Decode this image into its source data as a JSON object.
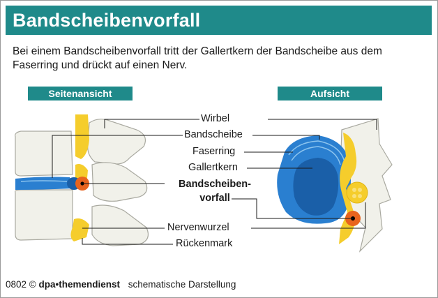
{
  "header": {
    "title": "Bandscheibenvorfall"
  },
  "intro": {
    "text": "Bei einem Bandscheibenvorfall tritt der Gallertkern der Bandscheibe aus dem Faserring und drückt auf einen Nerv."
  },
  "views": {
    "side": "Seitenansicht",
    "top": "Aufsicht"
  },
  "labels": {
    "wirbel": "Wirbel",
    "bandscheibe": "Bandscheibe",
    "faserring": "Faserring",
    "gallertkern": "Gallertkern",
    "vorfall_line1": "Bandscheiben-",
    "vorfall_line2": "vorfall",
    "nervenwurzel": "Nervenwurzel",
    "rueckenmark": "Rückenmark"
  },
  "footer": {
    "code": "0802 ©",
    "brand": "dpa•themendienst",
    "note": "schematische Darstellung"
  },
  "colors": {
    "accent": "#1f8a8a",
    "bone": "#f1f1ea",
    "bone_outline": "#a9a9a0",
    "disc_blue": "#2a7fd0",
    "disc_light": "#8cc4ee",
    "nerve_yellow": "#f5cd2c",
    "herniation_orange": "#e8641e"
  }
}
